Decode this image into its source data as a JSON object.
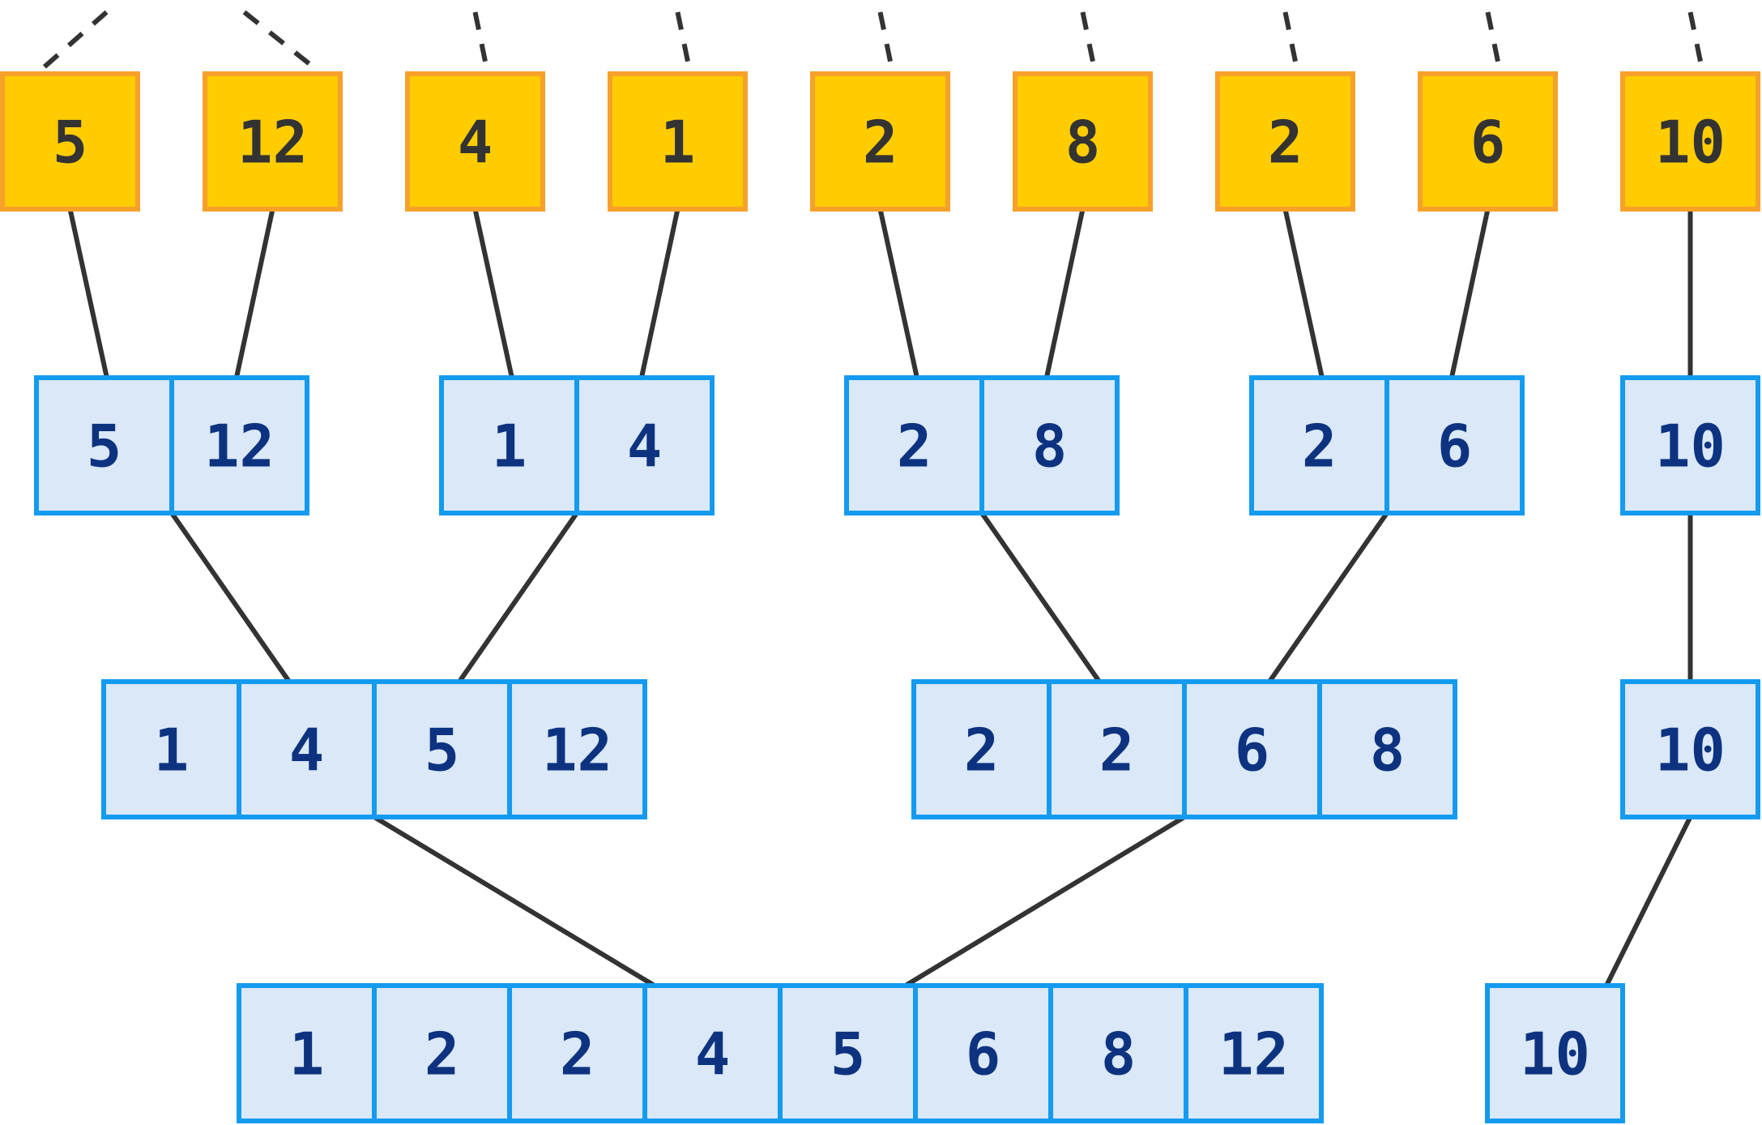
{
  "colors": {
    "leaf_fill": "#ffcc00",
    "leaf_border": "#f7a02a",
    "merge_fill": "#dae8f7",
    "merge_border": "#149bf0",
    "leaf_text": "#333333",
    "merge_text": "#0d3380",
    "edge": "#333333"
  },
  "levels": [
    {
      "kind": "leaf",
      "groups": [
        [
          5
        ],
        [
          12
        ],
        [
          4
        ],
        [
          1
        ],
        [
          2
        ],
        [
          8
        ],
        [
          2
        ],
        [
          6
        ],
        [
          10
        ]
      ]
    },
    {
      "kind": "merge",
      "groups": [
        [
          5,
          12
        ],
        [
          1,
          4
        ],
        [
          2,
          8
        ],
        [
          2,
          6
        ],
        [
          10
        ]
      ]
    },
    {
      "kind": "merge",
      "groups": [
        [
          1,
          4,
          5,
          12
        ],
        [
          2,
          2,
          6,
          8
        ],
        [
          10
        ]
      ]
    },
    {
      "kind": "merge",
      "groups": [
        [
          1,
          2,
          2,
          4,
          5,
          6,
          8,
          12
        ],
        [
          10
        ]
      ]
    }
  ]
}
